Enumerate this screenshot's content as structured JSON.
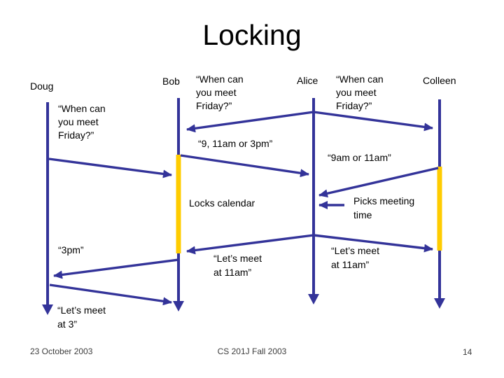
{
  "slide": {
    "title": "Locking",
    "footer": {
      "date": "23 October 2003",
      "course": "CS 201J Fall 2003",
      "page": "14"
    }
  },
  "actors": {
    "doug": "Doug",
    "bob": "Bob",
    "alice": "Alice",
    "colleen": "Colleen"
  },
  "messages": {
    "doug_ask": "“When can\nyou meet\nFriday?”",
    "alice_ask_bob": "“When can\nyou meet\nFriday?”",
    "alice_ask_colleen": "“When can\nyou meet\nFriday?”",
    "bob_reply": "“9, 11am or 3pm”",
    "colleen_reply": "“9am or 11am”",
    "bob_note": "Locks calendar",
    "alice_note": "Picks meeting\ntime",
    "bob_to_doug": "“3pm”",
    "alice_confirm_bob": "“Let’s meet\nat 11am”",
    "alice_confirm_colleen": "“Let’s meet\nat 11am”",
    "doug_confirm": "“Let’s meet\nat 3”"
  },
  "colors": {
    "line-color": "#333399",
    "lock-color": "#FFCC00",
    "text-color": "#000000",
    "footer-color": "#3D3D3D",
    "background": "#FFFFFF"
  }
}
